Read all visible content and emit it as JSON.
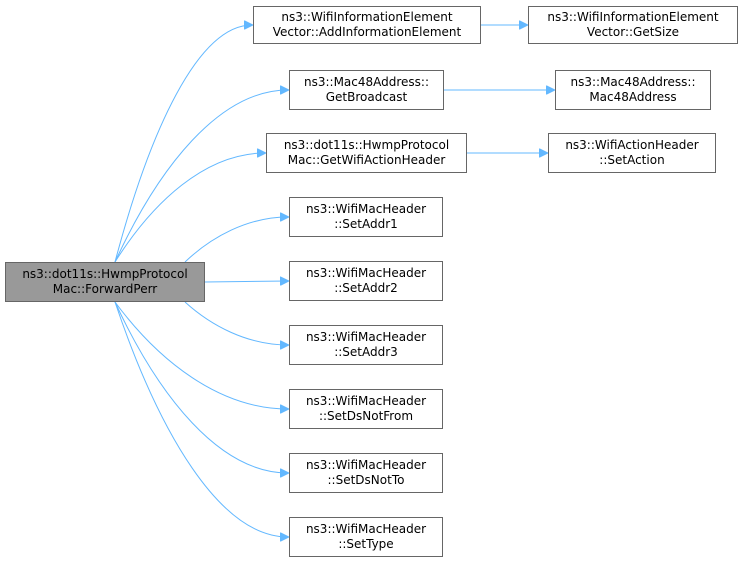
{
  "colors": {
    "edge": "#63b8ff",
    "node_border": "#666666",
    "root_fill": "#999999",
    "node_fill": "#ffffff"
  },
  "diagram": {
    "nodes": {
      "root": {
        "l1": "ns3::dot11s::HwmpProtocol",
        "l2": "Mac::ForwardPerr"
      },
      "add_ie": {
        "l1": "ns3::WifiInformationElement",
        "l2": "Vector::AddInformationElement"
      },
      "get_size": {
        "l1": "ns3::WifiInformationElement",
        "l2": "Vector::GetSize"
      },
      "get_broadcast": {
        "l1": "ns3::Mac48Address::",
        "l2": "GetBroadcast"
      },
      "mac48_ctor": {
        "l1": "ns3::Mac48Address::",
        "l2": "Mac48Address"
      },
      "get_action_hdr": {
        "l1": "ns3::dot11s::HwmpProtocol",
        "l2": "Mac::GetWifiActionHeader"
      },
      "set_action": {
        "l1": "ns3::WifiActionHeader",
        "l2": "::SetAction"
      },
      "set_addr1": {
        "l1": "ns3::WifiMacHeader",
        "l2": "::SetAddr1"
      },
      "set_addr2": {
        "l1": "ns3::WifiMacHeader",
        "l2": "::SetAddr2"
      },
      "set_addr3": {
        "l1": "ns3::WifiMacHeader",
        "l2": "::SetAddr3"
      },
      "set_ds_not_from": {
        "l1": "ns3::WifiMacHeader",
        "l2": "::SetDsNotFrom"
      },
      "set_ds_not_to": {
        "l1": "ns3::WifiMacHeader",
        "l2": "::SetDsNotTo"
      },
      "set_type": {
        "l1": "ns3::WifiMacHeader",
        "l2": "::SetType"
      }
    },
    "edges": [
      [
        "root",
        "add_ie"
      ],
      [
        "root",
        "get_broadcast"
      ],
      [
        "root",
        "get_action_hdr"
      ],
      [
        "root",
        "set_addr1"
      ],
      [
        "root",
        "set_addr2"
      ],
      [
        "root",
        "set_addr3"
      ],
      [
        "root",
        "set_ds_not_from"
      ],
      [
        "root",
        "set_ds_not_to"
      ],
      [
        "root",
        "set_type"
      ],
      [
        "add_ie",
        "get_size"
      ],
      [
        "get_broadcast",
        "mac48_ctor"
      ],
      [
        "get_action_hdr",
        "set_action"
      ]
    ]
  }
}
